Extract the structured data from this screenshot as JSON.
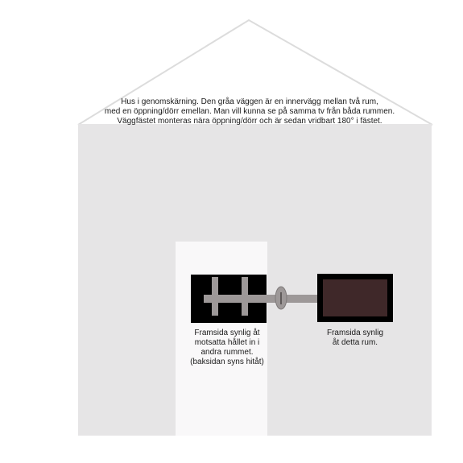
{
  "colors": {
    "background": "#ffffff",
    "wall": "#e6e5e6",
    "roof_outline": "#dcdcdc",
    "opening": "#f9f8f9",
    "tv_bezel": "#000000",
    "tv_screen": "#3f2829",
    "mount": "#9d9898",
    "text": "#1a1a1a"
  },
  "caption": {
    "line1": "Hus i genomskärning. Den gråa väggen är en innervägg mellan två rum,",
    "line2": "med en öppning/dörr emellan. Man vill kunna se på samma tv från båda rummen.",
    "line3": "Väggfästet monteras nära öppning/dörr och är sedan vridbart 180° i fästet."
  },
  "labels": {
    "back": {
      "line1": "Framsida synlig åt",
      "line2": "motsatta hållet in i",
      "line3": "andra rummet.",
      "line4": "(baksidan syns hitåt)"
    },
    "front": {
      "line1": "Framsida synlig",
      "line2": "åt detta rum."
    }
  },
  "icons": {
    "house": "house-cross-section-icon",
    "tv_back": "tv-back-icon",
    "tv_front": "tv-front-icon",
    "mount": "swivel-wall-mount-icon"
  }
}
